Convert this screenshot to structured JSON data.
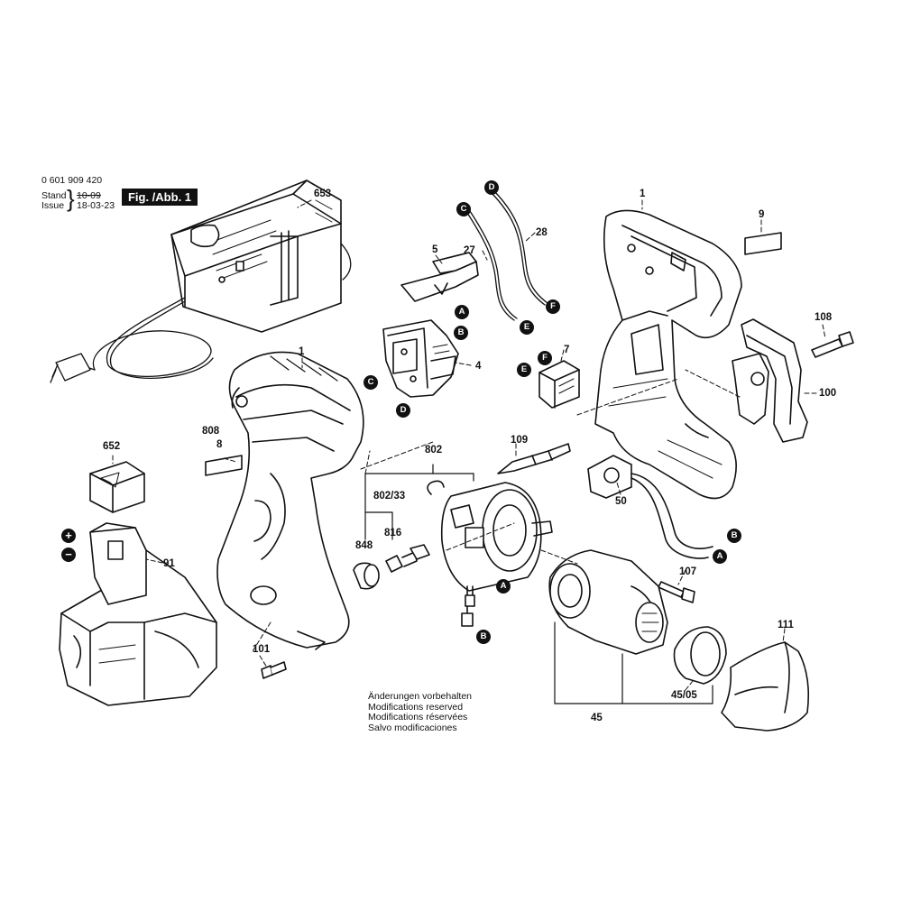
{
  "header": {
    "doc_number": "0 601 909 420",
    "stand_label": "Stand",
    "stand_value": "10-09",
    "issue_label": "Issue",
    "issue_value": "18-03-23",
    "figure_label": "Fig. /Abb. 1"
  },
  "notes": [
    "Änderungen vorbehalten",
    "Modifications reserved",
    "Modifications réservées",
    "Salvo modificaciones"
  ],
  "part_labels": {
    "p653": "653",
    "p1_top": "1",
    "p9": "9",
    "p28": "28",
    "p27": "27",
    "p5": "5",
    "p4": "4",
    "p7": "7",
    "p108": "108",
    "p100": "100",
    "p1_mid": "1",
    "p808": "808",
    "p8": "8",
    "p802": "802",
    "p802_33": "802/33",
    "p109": "109",
    "p50": "50",
    "p652": "652",
    "p848": "848",
    "p816": "816",
    "p91": "91",
    "p107": "107",
    "p101": "101",
    "p111": "111",
    "p45_05": "45/05",
    "p45": "45"
  },
  "connectors": {
    "D": "D",
    "C": "C",
    "A": "A",
    "B": "B",
    "E": "E",
    "F": "F"
  },
  "polarity": {
    "plus": "+",
    "minus": "−"
  },
  "colors": {
    "line": "#111111",
    "fill": "#ffffff",
    "shade": "#d9d9d9"
  }
}
